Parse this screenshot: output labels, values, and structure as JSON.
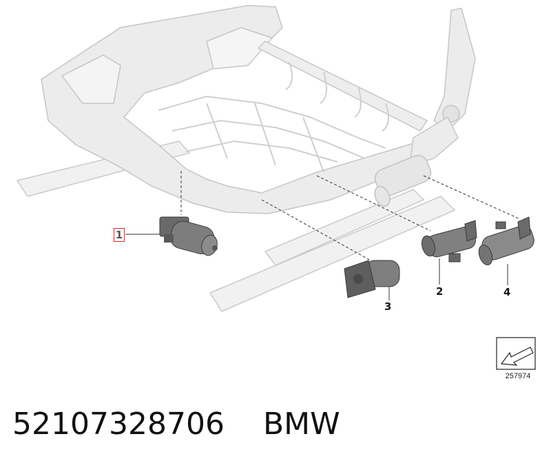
{
  "diagram": {
    "callouts": [
      "1",
      "2",
      "3",
      "4"
    ],
    "highlighted_callout": "1",
    "highlight_color": "#e0242b",
    "reference_number": "257974",
    "reference_icon": "arrow-down-left-icon"
  },
  "footer": {
    "part_number": "52107328706",
    "brand": "BMW"
  }
}
